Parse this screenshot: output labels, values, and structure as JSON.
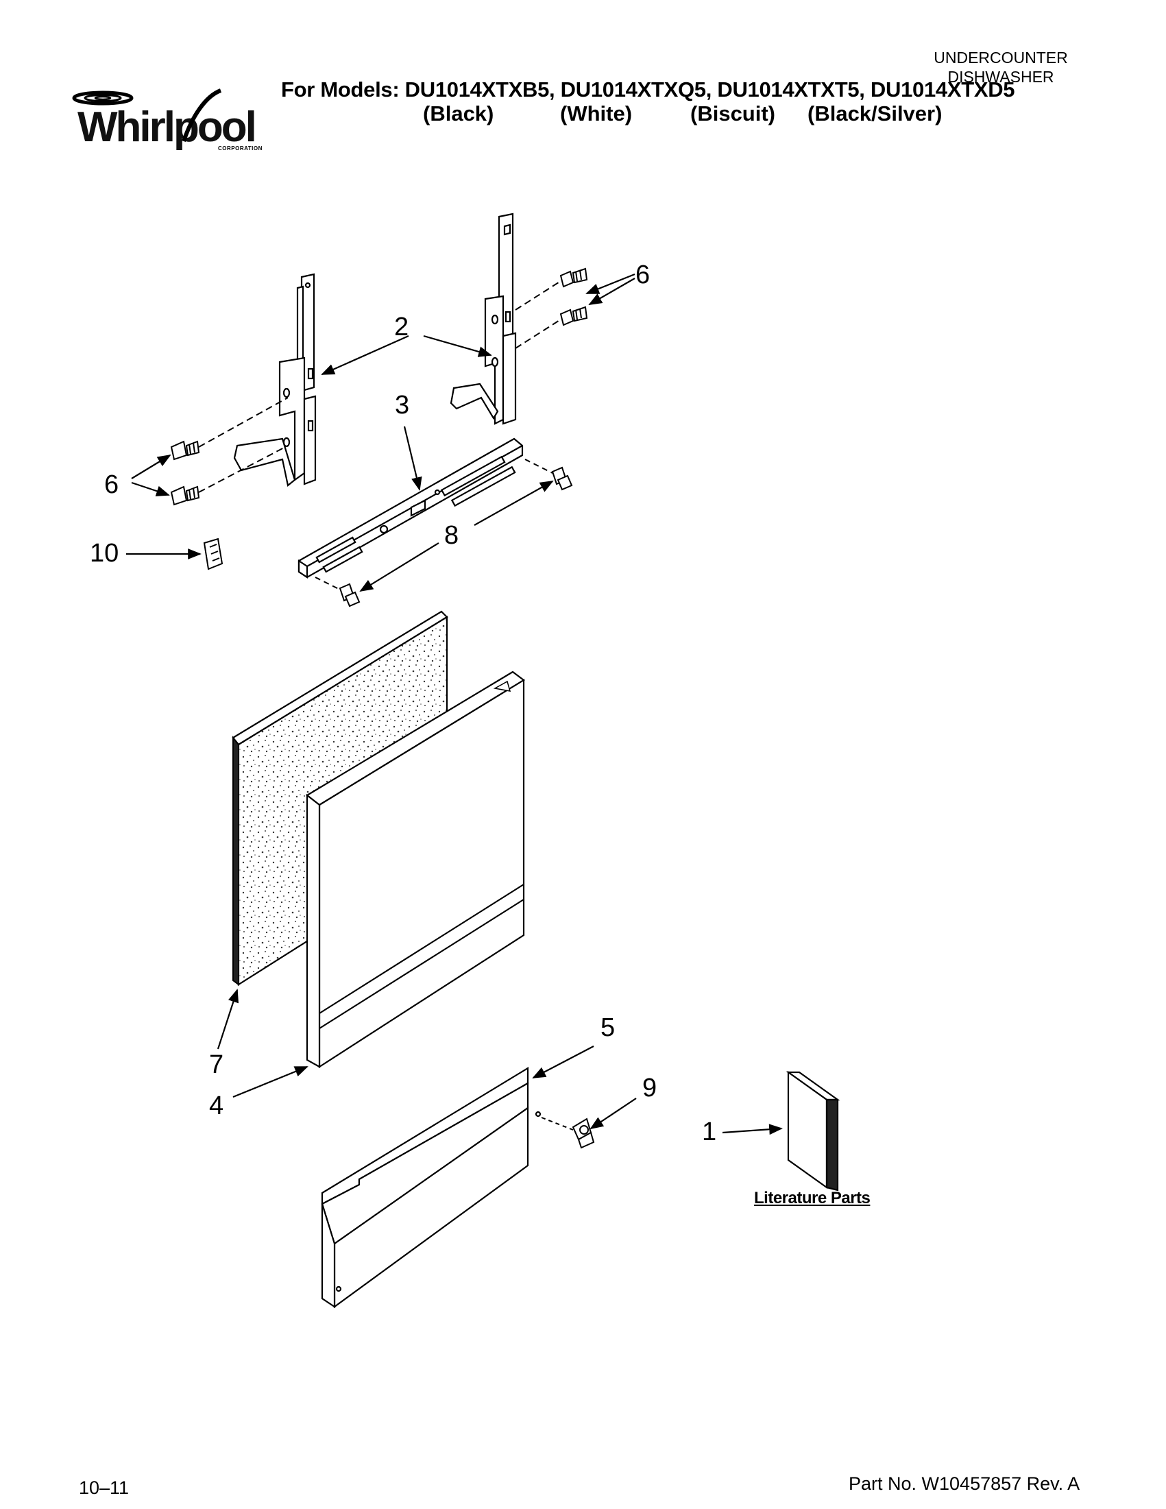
{
  "header": {
    "category_line1": "UNDERCOUNTER",
    "category_line2": "DISHWASHER",
    "models_label": "For Models: DU1014XTXB5, DU1014XTXQ5, DU1014XTXT5, DU1014XTXD5",
    "colors": [
      "(Black)",
      "(White)",
      "(Biscuit)",
      "(Black/Silver)"
    ]
  },
  "logo": {
    "brand": "Whirlpool",
    "sub": "CORPORATION"
  },
  "callouts": {
    "c1": "1",
    "c2": "2",
    "c3": "3",
    "c4": "4",
    "c5": "5",
    "c6a": "6",
    "c6b": "6",
    "c7": "7",
    "c8": "8",
    "c9": "9",
    "c10": "10"
  },
  "literature_label": "Literature Parts",
  "footer": {
    "date": "10–11",
    "part_no": "Part No. W10457857 Rev. A"
  }
}
